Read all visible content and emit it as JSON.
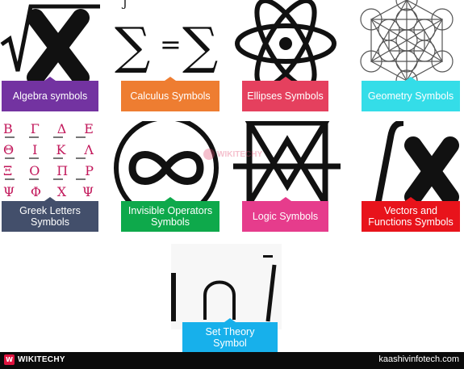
{
  "tiles": [
    {
      "label": "Algebra symbols",
      "color": "#7333a1",
      "icon": "square-root-x-icon"
    },
    {
      "label": "Calculus Symbols",
      "color": "#ee7d31",
      "icon": "summation-icon"
    },
    {
      "label": "Ellipses Symbols",
      "color": "#e5405e",
      "icon": "atom-icon"
    },
    {
      "label": "Geometry Symbols",
      "color": "#34dde8",
      "icon": "metatron-cube-icon"
    },
    {
      "label": "Greek Letters Symbols",
      "color": "#434f6b",
      "icon": "greek-letters-chart-icon"
    },
    {
      "label": "Invisible Operators Symbols",
      "color": "#0ea94b",
      "icon": "infinity-icon"
    },
    {
      "label": "Logic Symbols",
      "color": "#e63c8c",
      "icon": "logic-glyph-icon"
    },
    {
      "label": "Vectors and Functions Symbols",
      "color": "#e8131b",
      "icon": "function-x-icon"
    },
    {
      "label": "Set Theory Symbol",
      "color": "#17b0eb",
      "icon": "intersection-icon"
    }
  ],
  "greek": {
    "row1": [
      "Β",
      "Γ",
      "Δ",
      "Ε"
    ],
    "row2": [
      "Θ",
      "Ι",
      "Κ",
      "Λ"
    ],
    "row3": [
      "Ξ",
      "Ο",
      "Π",
      "Ρ"
    ],
    "row4": [
      "Ψ",
      "Φ",
      "Χ",
      "Ψ"
    ]
  },
  "watermark": "WIKITECHY",
  "footer": {
    "brand": "WIKITECHY",
    "logo_letter": "W",
    "site": "kaashivinfotech.com"
  }
}
